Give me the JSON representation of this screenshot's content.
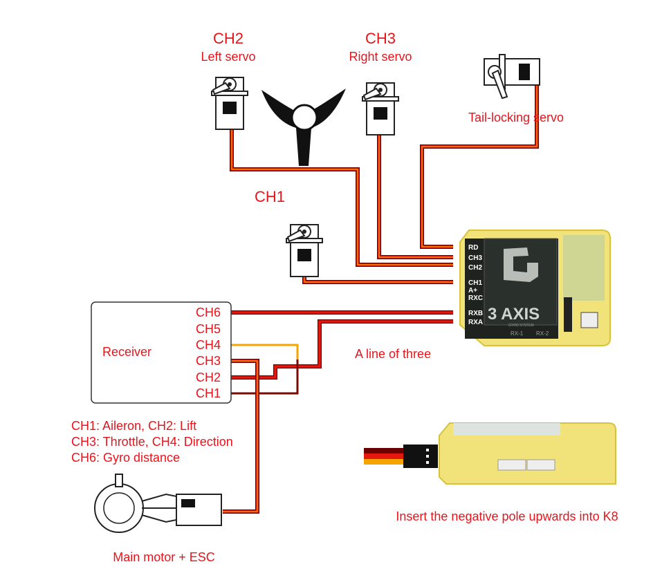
{
  "labels": {
    "ch2_title": "CH2",
    "ch2_sub": "Left servo",
    "ch3_title": "CH3",
    "ch3_sub": "Right servo",
    "tail": "Tail-locking servo",
    "ch1_title": "CH1",
    "receiver": "Receiver",
    "line_of_three": "A line of three",
    "mapping": [
      "CH1: Aileron, CH2: Lift",
      "CH3: Throttle, CH4: Direction",
      "CH6: Gyro distance"
    ],
    "motor": "Main motor + ESC",
    "insert_note": "Insert the negative pole upwards into K8"
  },
  "receiver_channels": [
    "CH6",
    "CH5",
    "CH4",
    "CH3",
    "CH2",
    "CH1"
  ],
  "gyro": {
    "pins": [
      "RD",
      "CH3",
      "CH2",
      "CH1",
      "A+",
      "RXC",
      "RXB",
      "RXA"
    ],
    "brand": "3 AXIS",
    "sub": "GYRO SYSTEM",
    "ports": [
      "RX-1",
      "RX-2"
    ]
  },
  "colors": {
    "label": "#e8141c",
    "wire_dark": "#6b0000",
    "wire_red": "#e5180f",
    "wire_orange": "#f5a400",
    "case": "#f2e27a"
  }
}
